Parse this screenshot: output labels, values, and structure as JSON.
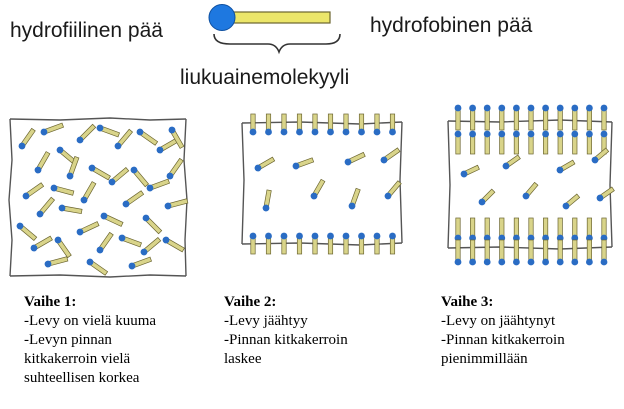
{
  "legend": {
    "head_label": "hydrofiilinen pää",
    "tail_label": "hydrofobinen pää",
    "molecule_label": "liukuainemolekyyli"
  },
  "colors": {
    "head": "#2a6cc4",
    "tail": "#d9d48a",
    "tail_stroke": "#6b6530",
    "plate_edge": "#555555",
    "legend_head": "#1e78e0",
    "legend_tail": "#ece66a"
  },
  "stages": [
    {
      "title": "Vaihe 1:",
      "lines": [
        "-Levy on vielä kuuma",
        "-Levyn pinnan",
        "kitkakerroin vielä",
        "suhteellisen korkea"
      ]
    },
    {
      "title": "Vaihe 2:",
      "lines": [
        "-Levy jäähtyy",
        "-Pinnan kitkakerroin",
        "laskee"
      ]
    },
    {
      "title": "Vaihe 3:",
      "lines": [
        "-Levy on jäähtynyt",
        "-Pinnan kitkakerroin",
        "pienimmillään"
      ]
    }
  ]
}
